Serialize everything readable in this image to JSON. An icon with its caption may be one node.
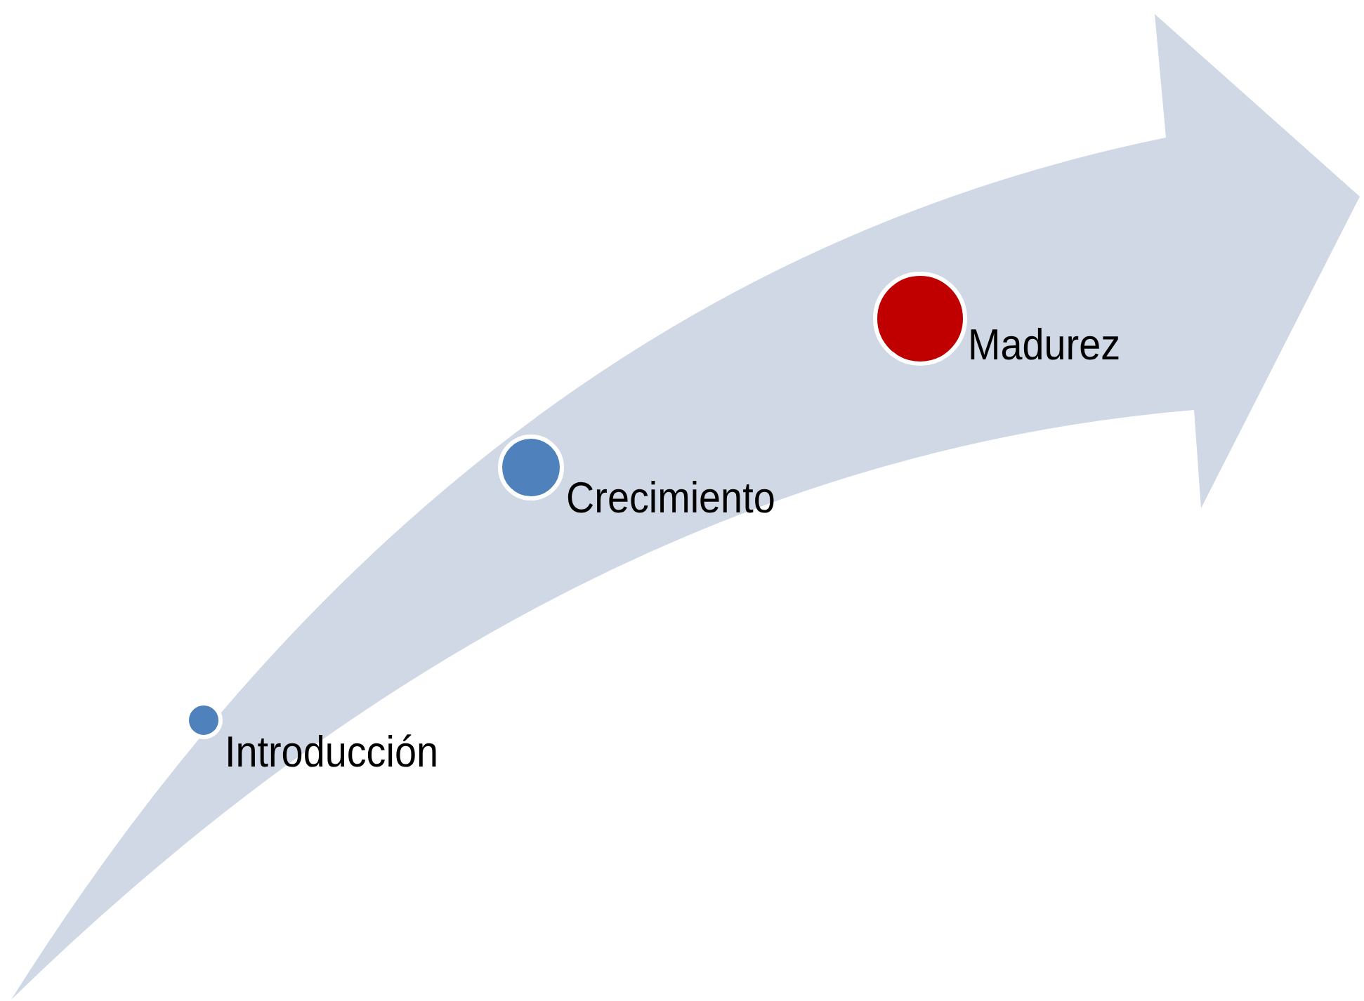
{
  "diagram": {
    "nodes": [
      {
        "text": [],
        "shape": "circle",
        "beside": [
          "Introducción"
        ]
      },
      {
        "text": [],
        "shape": "circle",
        "beside": [
          "Crecimiento"
        ]
      },
      {
        "text": [],
        "shape": "circle",
        "beside": [
          "Madurez"
        ]
      }
    ]
  }
}
